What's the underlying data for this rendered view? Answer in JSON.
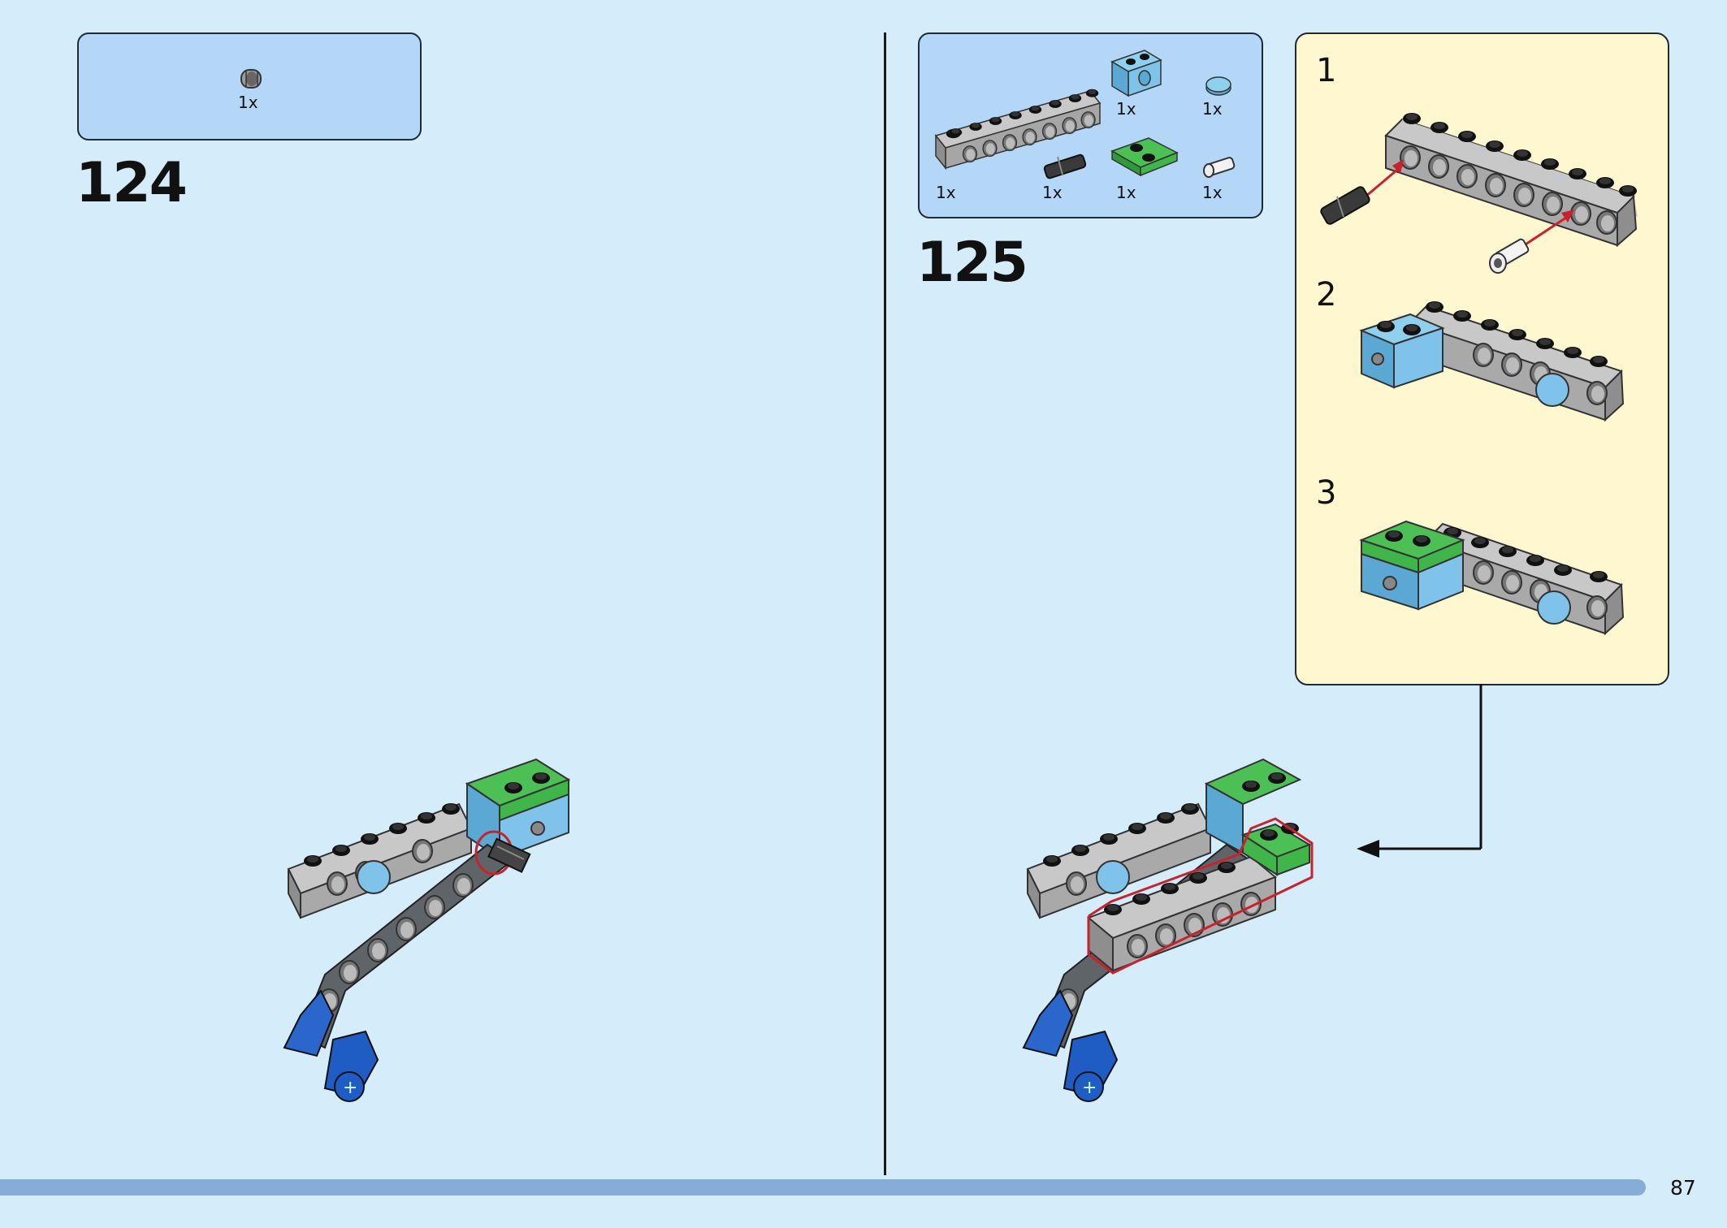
{
  "left_step": {
    "number": "124",
    "parts": [
      {
        "icon": "gray-bush-icon",
        "qty": "1x"
      }
    ]
  },
  "right_step": {
    "number": "125",
    "parts": [
      {
        "icon": "gray-technic-beam-icon",
        "qty": "1x"
      },
      {
        "icon": "black-axle-pin-icon",
        "qty": "1x"
      },
      {
        "icon": "blue-technic-brick-icon",
        "qty": "1x"
      },
      {
        "icon": "green-plate-icon",
        "qty": "1x"
      },
      {
        "icon": "blue-round-tile-icon",
        "qty": "1x"
      },
      {
        "icon": "white-pin-icon",
        "qty": "1x"
      }
    ],
    "substeps": [
      "1",
      "2",
      "3"
    ]
  },
  "colors": {
    "background": "#d5ecfb",
    "parts_box": "#b4d7f7",
    "substep_box": "#fff7d0",
    "green": "#3fb54a",
    "blue": "#5bb4e0",
    "gray": "#a6a6a6",
    "dark_gray": "#555a5e",
    "royal_blue": "#1f5cc4",
    "highlight_red": "#c8232c",
    "bar": "#86acd8"
  },
  "footer": {
    "page_number": "87"
  }
}
